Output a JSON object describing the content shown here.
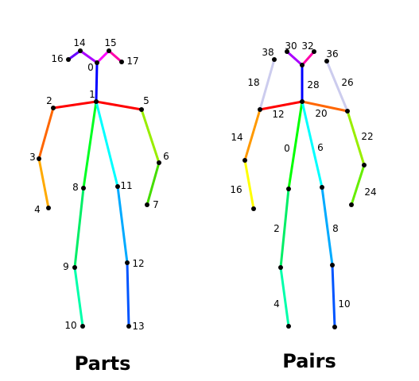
{
  "captions": {
    "left": "Parts",
    "right": "Pairs"
  },
  "parts_diagram": {
    "keypoint_labels": [
      "0",
      "1",
      "2",
      "3",
      "4",
      "5",
      "6",
      "7",
      "8",
      "9",
      "10",
      "11",
      "12",
      "13",
      "14",
      "15",
      "16",
      "17"
    ],
    "limb_colors": [
      "#0000ff",
      "#ff0000",
      "#ff6600",
      "#ffaa00",
      "#dd6600",
      "#99ee00",
      "#44dd00",
      "#00ff22",
      "#00ee66",
      "#00ffaa",
      "#00ffff",
      "#00aaff",
      "#0055ff",
      "#0000ff",
      "#aa00ff",
      "#6600ff",
      "#ff00ff",
      "#ff00aa"
    ]
  },
  "pairs_diagram": {
    "pair_labels": [
      "0",
      "2",
      "4",
      "6",
      "8",
      "10",
      "12",
      "14",
      "16",
      "18",
      "20",
      "22",
      "24",
      "26",
      "28",
      "30",
      "32",
      "36",
      "38"
    ],
    "limb_colors": [
      "#00ff00",
      "#00ee66",
      "#00ffaa",
      "#00ffff",
      "#00aaff",
      "#0055ff",
      "#ff0000",
      "#ff9900",
      "#ffff00",
      "#ccccee",
      "#ff6600",
      "#99ee00",
      "#66ee00",
      "#ccccee",
      "#0000ff",
      "#aa00ff",
      "#ff00aa"
    ]
  }
}
